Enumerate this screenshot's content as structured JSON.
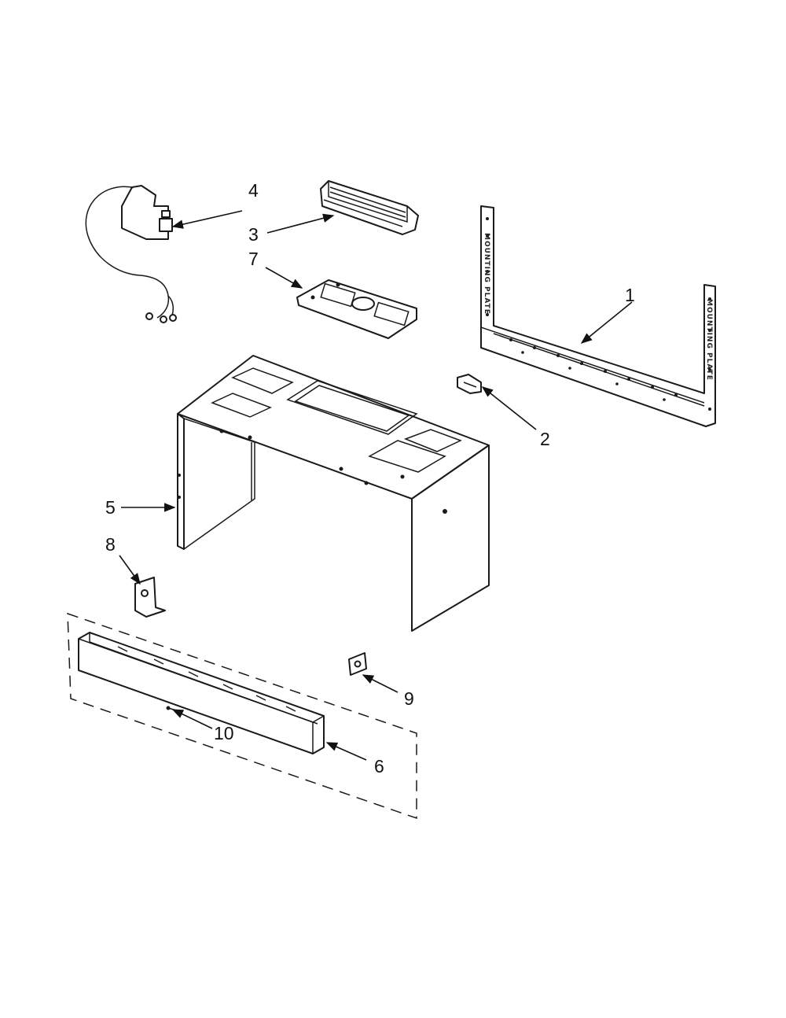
{
  "callouts": [
    {
      "id": "1",
      "label": "1"
    },
    {
      "id": "2",
      "label": "2"
    },
    {
      "id": "3",
      "label": "3"
    },
    {
      "id": "4",
      "label": "4"
    },
    {
      "id": "5",
      "label": "5"
    },
    {
      "id": "6",
      "label": "6"
    },
    {
      "id": "7",
      "label": "7"
    },
    {
      "id": "8",
      "label": "8"
    },
    {
      "id": "9",
      "label": "9"
    },
    {
      "id": "10",
      "label": "10"
    }
  ],
  "plate_text": {
    "left": "MOUNTING PLATE",
    "right": "MOUNTING PLATE"
  }
}
